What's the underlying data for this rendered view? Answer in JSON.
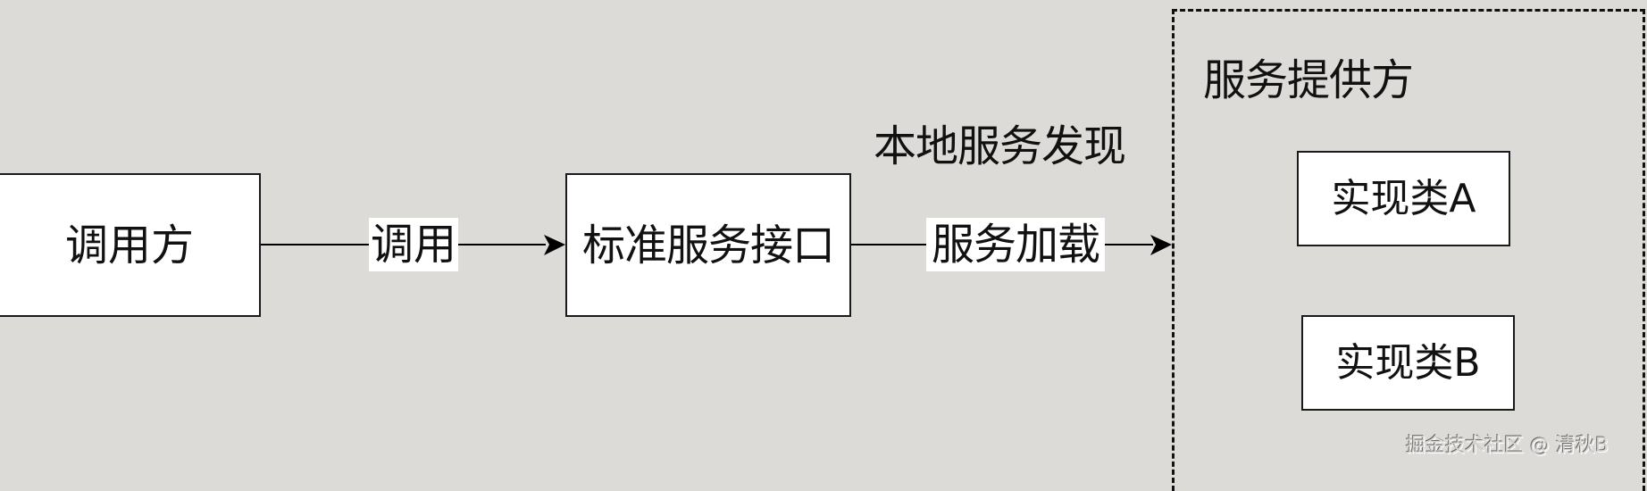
{
  "diagram": {
    "background_color": "#dcdbd8",
    "nodes": {
      "caller": {
        "label": "调用方"
      },
      "standard_interface": {
        "label": "标准服务接口"
      },
      "impl_a": {
        "label": "实现类A"
      },
      "impl_b": {
        "label": "实现类B"
      }
    },
    "edges": [
      {
        "from": "调用方",
        "to": "标准服务接口",
        "label": "调用"
      },
      {
        "from": "标准服务接口",
        "to": "服务提供方",
        "label": "服务加载"
      }
    ],
    "annotations": {
      "local_service_discovery": "本地服务发现"
    },
    "groups": {
      "service_provider": {
        "title": "服务提供方",
        "members": [
          "实现类A",
          "实现类B"
        ],
        "border_style": "dashed"
      }
    },
    "watermark": "掘金技术社区 @ 清秋B"
  }
}
